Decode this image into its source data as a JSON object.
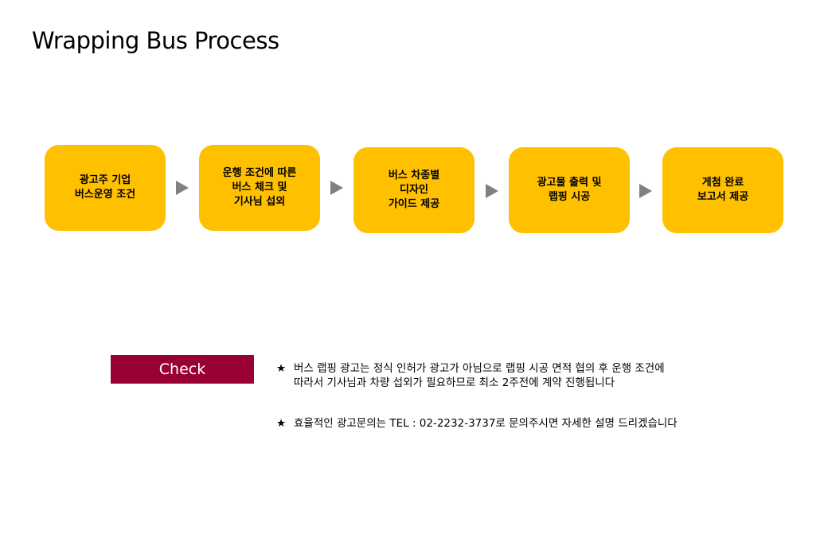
{
  "title": "Wrapping Bus Process",
  "colors": {
    "step_fill": "#FFC000",
    "arrow": "#808080",
    "check_bar": "#990033"
  },
  "steps": [
    {
      "label": "광고주 기업\n버스운영 조건"
    },
    {
      "label": "운행 조건에 따른\n버스 체크 및\n기사님 섭외"
    },
    {
      "label": "버스 차종별\n디자인\n가이드 제공"
    },
    {
      "label": "광고물 출력 및\n랩핑 시공"
    },
    {
      "label": "게첨 완료\n보고서  제공"
    }
  ],
  "arrow_icon": "triangle-right-icon",
  "check": {
    "label": "Check"
  },
  "notes": [
    {
      "star": "★",
      "text": "버스 랩핑 광고는 정식 인허가 광고가 아님으로 랩핑 시공 면적 협의 후 운행 조건에\n따라서 기사님과 차량 섭외가 필요하므로  최소 2주전에 계약 진행됩니다"
    },
    {
      "star": "★",
      "text": "효율적인 광고문의는 TEL : 02-2232-3737로 문의주시면 자세한 설명 드리겠습니다"
    }
  ]
}
